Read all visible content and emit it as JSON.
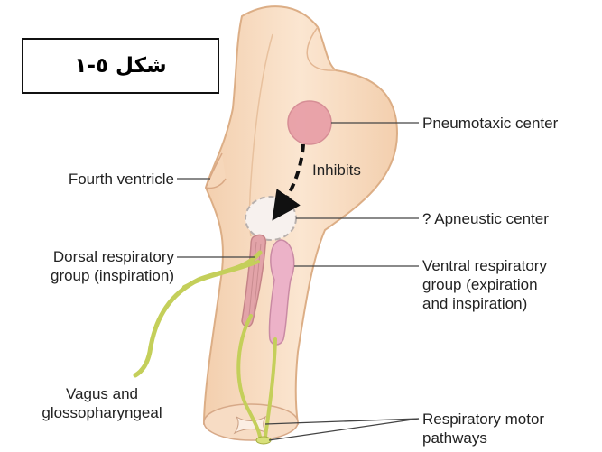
{
  "figure_label": "شكل ٥-١",
  "labels": {
    "pneumotaxic": "Pneumotaxic center",
    "inhibits": "Inhibits",
    "fourth_ventricle": "Fourth ventricle",
    "apneustic": "? Apneustic center",
    "dorsal_line1": "Dorsal respiratory",
    "dorsal_line2": "group (inspiration)",
    "ventral_line1": "Ventral respiratory",
    "ventral_line2": "group (expiration",
    "ventral_line3": "and inspiration)",
    "vagus_line1": "Vagus and",
    "vagus_line2": "glossopharyngeal",
    "motor_line1": "Respiratory motor",
    "motor_line2": "pathways"
  },
  "colors": {
    "brainstem_fill": "#f8dcc0",
    "brainstem_stroke": "#dcae86",
    "pneumotaxic_fill": "#e9a0a8",
    "dorsal_fill": "#e2a3a8",
    "ventral_fill": "#ecb2c8",
    "nerve": "#c4cf5a",
    "leader": "#444444"
  }
}
